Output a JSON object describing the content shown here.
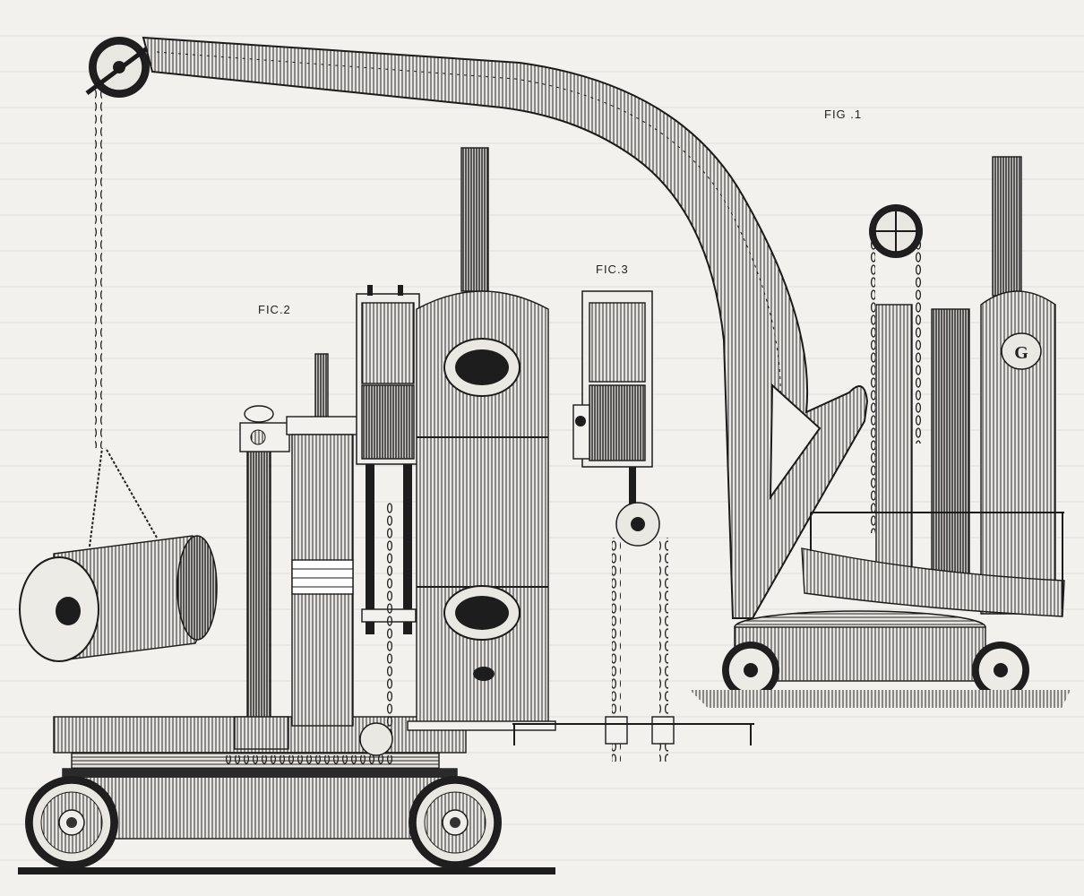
{
  "figures": {
    "fig1": {
      "label": "FIG .1"
    },
    "fig2": {
      "label": "FIC.2"
    },
    "fig3": {
      "label": "FIC.3"
    }
  },
  "boiler_monogram": "G"
}
